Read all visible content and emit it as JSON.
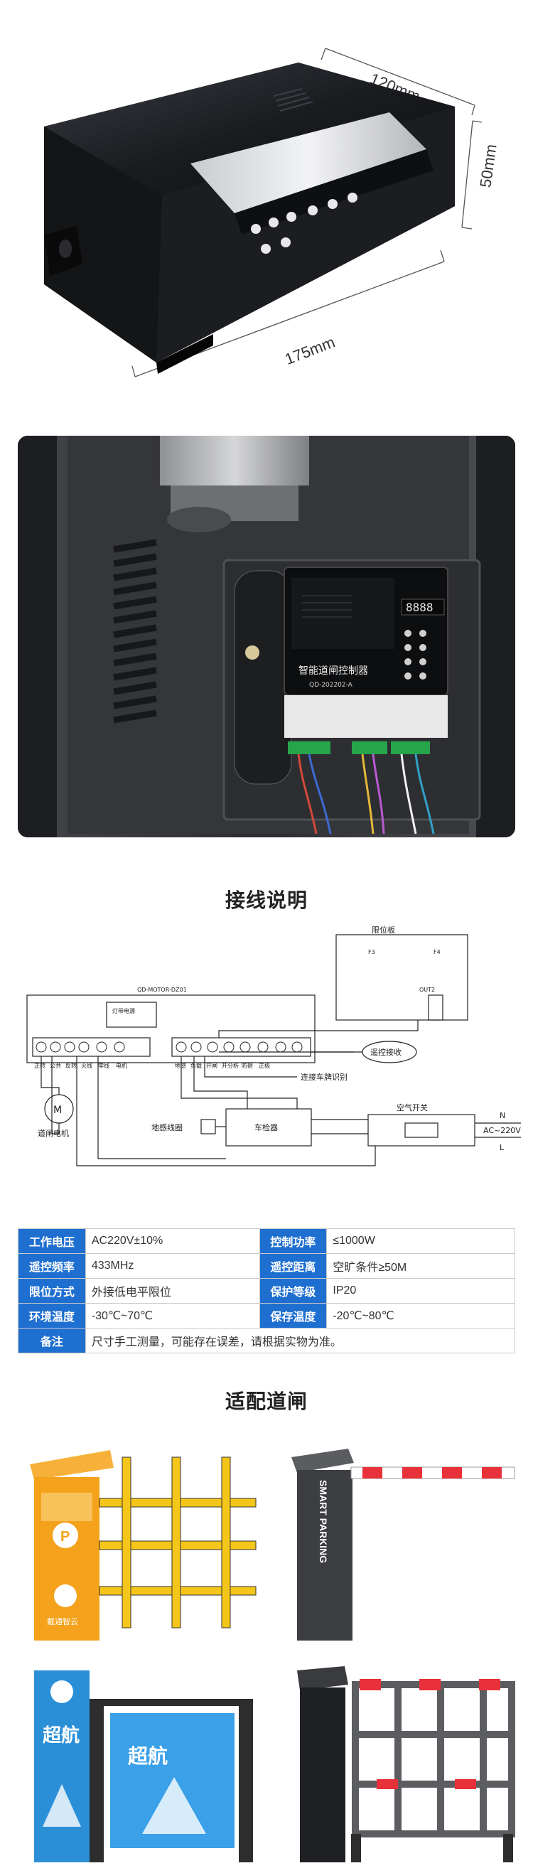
{
  "hero": {
    "dim_width": "120mm",
    "dim_height": "50mm",
    "dim_length": "175mm"
  },
  "photo": {
    "label_line1": "智能道闸控制器",
    "label_line2": "QD-202202-A",
    "display_digits": "8888"
  },
  "wiring": {
    "title": "接线说明",
    "board_model": "QD-MOTOR-DZ01",
    "lamp_power": "灯带电源",
    "limit_board": "限位板",
    "out2": "OUT2",
    "f3": "F3",
    "f4": "F4",
    "terminals_left": [
      "正转",
      "公共",
      "反转",
      "火线",
      "零线",
      "电机"
    ],
    "terminals_mid": [
      "地感",
      "负载",
      "开闸",
      "开分析",
      "防砸",
      "正极"
    ],
    "motor_label": "道闸电机",
    "motor_symbol": "M",
    "remote": "遥控接收",
    "plate": "连接车牌识别",
    "air_switch": "空气开关",
    "detector": "车检器",
    "loop": "地感线圈",
    "n": "N",
    "l": "L",
    "ac": "AC~220V"
  },
  "spec": {
    "rows": [
      {
        "k1": "工作电压",
        "v1": "AC220V±10%",
        "k2": "控制功率",
        "v2": "≤1000W"
      },
      {
        "k1": "遥控频率",
        "v1": "433MHz",
        "k2": "遥控距离",
        "v2": "空旷条件≥50M"
      },
      {
        "k1": "限位方式",
        "v1": "外接低电平限位",
        "k2": "保护等级",
        "v2": "IP20"
      },
      {
        "k1": "环境温度",
        "v1": "-30℃~70℃",
        "k2": "保存温度",
        "v2": "-20℃~80℃"
      }
    ],
    "note_key": "备注",
    "note_val": "尺寸手工测量，可能存在误差，请根据实物为准。"
  },
  "gates": {
    "title": "适配道闸",
    "gate2_text": "SMART PARKING",
    "gate1_brand": "戴通智云",
    "gate3_text": "超航"
  },
  "colors": {
    "table_key": "#1e6fd0",
    "gate1_orange": "#f4a21b",
    "gate_yellow": "#f5c61a",
    "boom_red": "#e8313a"
  }
}
